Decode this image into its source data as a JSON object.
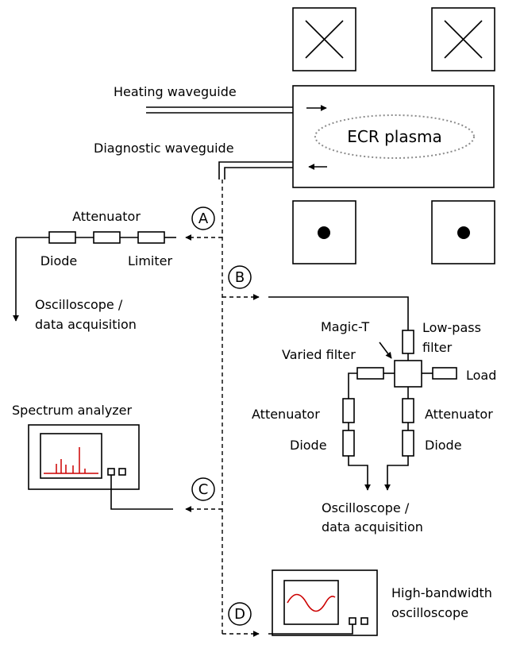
{
  "labels": {
    "heating_waveguide": "Heating waveguide",
    "diagnostic_waveguide": "Diagnostic waveguide",
    "ecr_plasma": "ECR plasma",
    "path_a": "A",
    "path_b": "B",
    "path_c": "C",
    "path_d": "D",
    "a_attenuator": "Attenuator",
    "a_diode": "Diode",
    "a_limiter": "Limiter",
    "a_osc_line1": "Oscilloscope /",
    "a_osc_line2": "data acquisition",
    "b_magic_t": "Magic-T",
    "b_lowpass_line1": "Low-pass",
    "b_lowpass_line2": "filter",
    "b_varied_filter": "Varied filter",
    "b_load": "Load",
    "b_attenuator_left": "Attenuator",
    "b_attenuator_right": "Attenuator",
    "b_diode_left": "Diode",
    "b_diode_right": "Diode",
    "b_osc_line1": "Oscilloscope /",
    "b_osc_line2": "data acquisition",
    "c_spectrum_analyzer": "Spectrum analyzer",
    "d_hb_line1": "High-bandwidth",
    "d_hb_line2": "oscilloscope"
  },
  "colors": {
    "stroke": "#000000",
    "plasma_outline": "#8c8c8c",
    "spectrum_trace": "#cc0000",
    "scope_trace": "#cc0000"
  },
  "icons": {
    "coil_cross": "cross-in-square",
    "coil_dot": "dot-in-square"
  }
}
